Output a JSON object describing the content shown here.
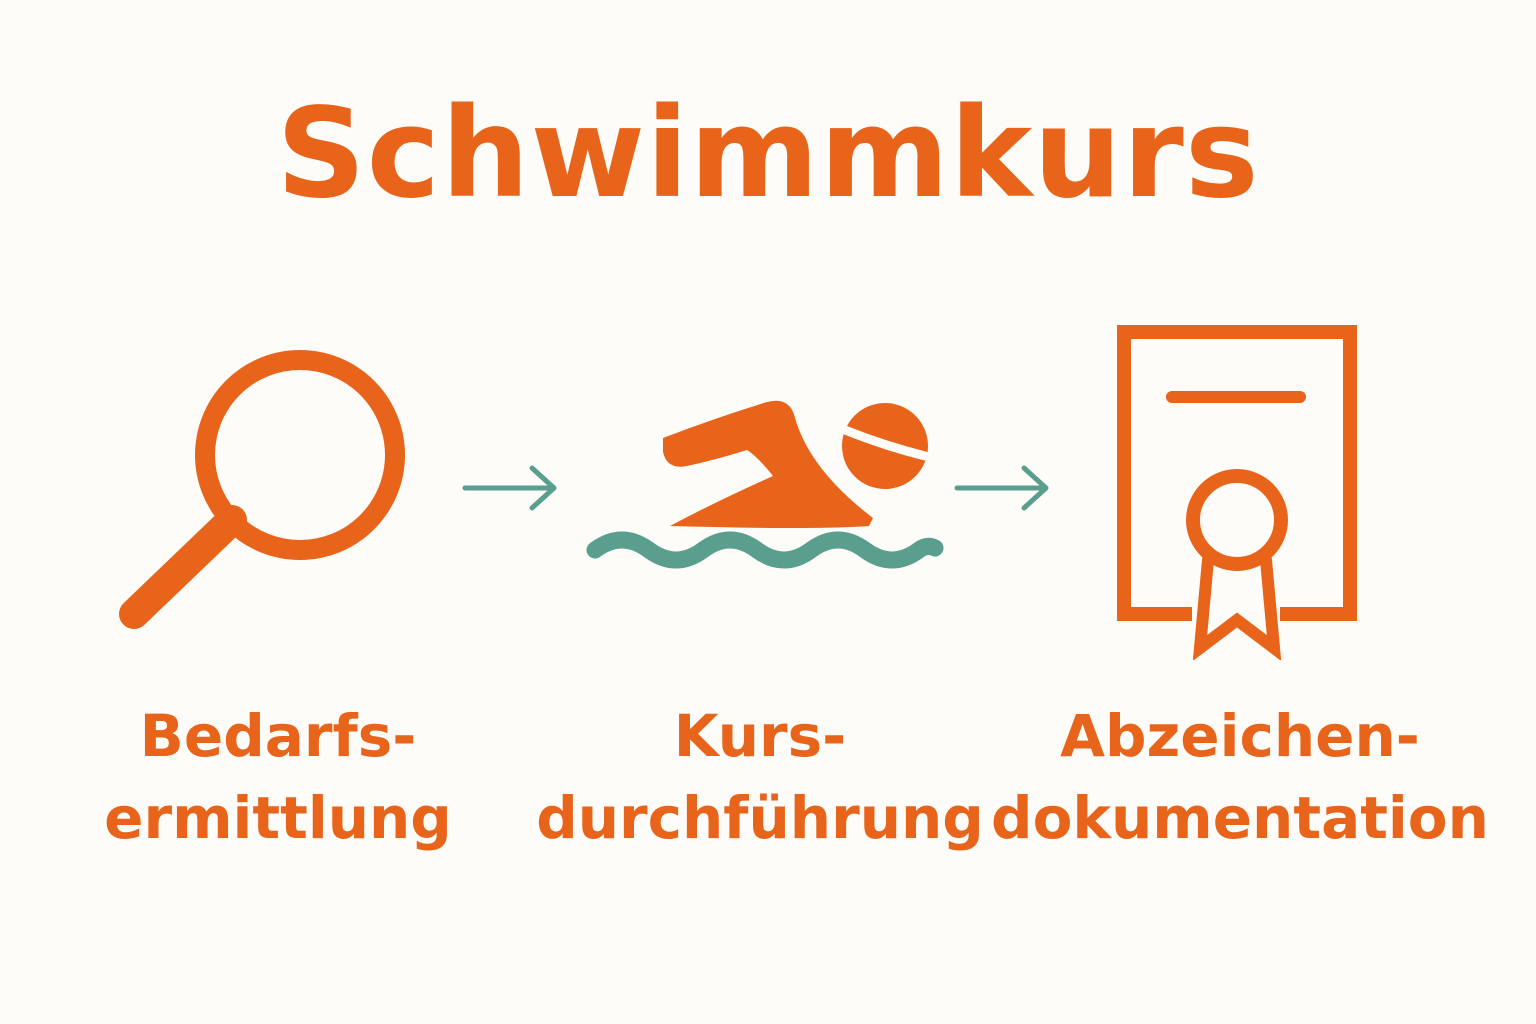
{
  "title": "Schwimmkurs",
  "colors": {
    "accent": "#e8641b",
    "arrow": "#5a9e8e",
    "background": "#fdfcf8"
  },
  "steps": [
    {
      "icon": "magnifier-icon",
      "label_line1": "Bedarfs-",
      "label_line2": "ermittlung"
    },
    {
      "icon": "swimmer-icon",
      "label_line1": "Kurs-",
      "label_line2": "durchführung"
    },
    {
      "icon": "certificate-icon",
      "label_line1": "Abzeichen-",
      "label_line2": "dokumentation"
    }
  ],
  "connectors": [
    {
      "icon": "arrow-right-icon"
    },
    {
      "icon": "arrow-right-icon"
    }
  ]
}
